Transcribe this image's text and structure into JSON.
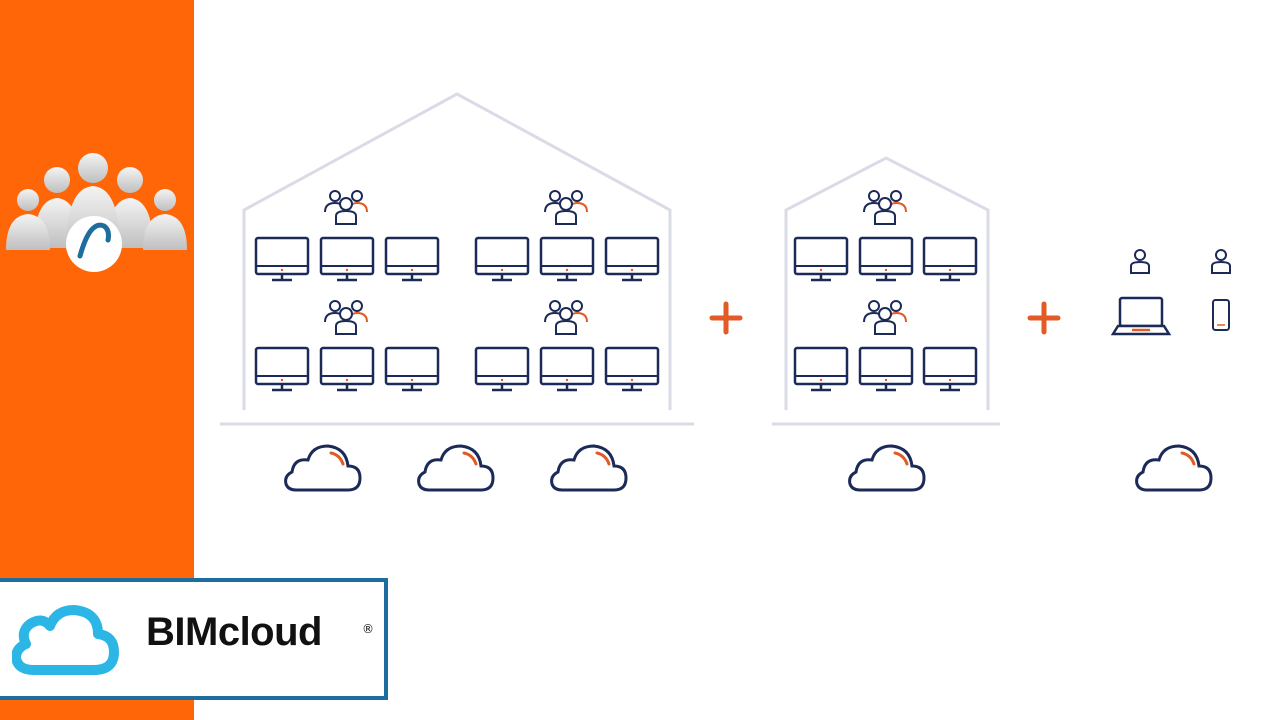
{
  "brand": {
    "name": "BIMcloud",
    "registered_mark": "®",
    "logo_icon": "cloud-icon",
    "colors": {
      "accent": "#ff6608",
      "frame": "#1d6d9e",
      "cloud": "#2bb6e6"
    }
  },
  "sidebar": {
    "icon": "team-icon",
    "badge_icon": "archicad-arc-icon",
    "color": "#ff6608"
  },
  "diagram": {
    "colors": {
      "line": "#1c2a57",
      "accent": "#e35a25",
      "house": "#d9dce6",
      "plus": "#e35a25"
    },
    "groups": [
      {
        "kind": "large-office",
        "teams": 4,
        "workstations_per_team": 3,
        "clouds": 3
      },
      {
        "kind": "small-office",
        "teams": 2,
        "workstations_per_team": 3,
        "clouds": 1
      },
      {
        "kind": "remote-users",
        "users": 2,
        "devices": [
          "laptop-icon",
          "phone-icon"
        ],
        "clouds": 1
      }
    ],
    "connectors": [
      "plus-icon",
      "plus-icon"
    ]
  }
}
